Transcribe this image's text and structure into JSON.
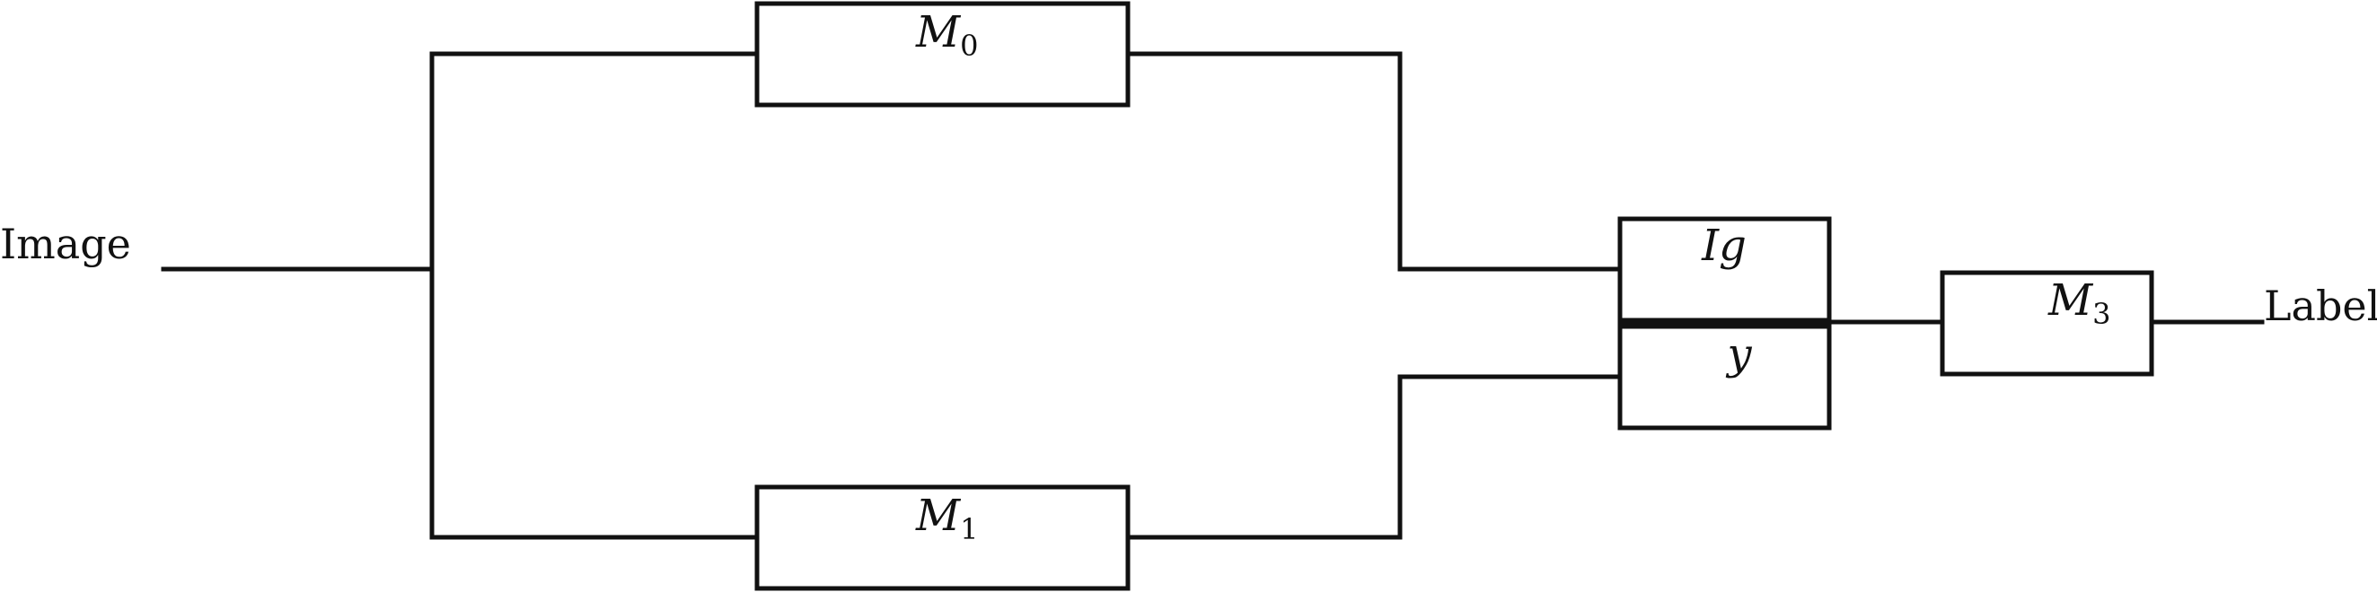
{
  "nodes": {
    "input": {
      "label": "Image"
    },
    "m0": {
      "label": "M",
      "subscript": "0"
    },
    "m1": {
      "label": "M",
      "subscript": "1"
    },
    "ig": {
      "label": "Ig"
    },
    "ybar": {
      "label": "y",
      "accent": "¯"
    },
    "m3": {
      "label": "M",
      "subscript": "3"
    },
    "output": {
      "label": "Label"
    }
  }
}
